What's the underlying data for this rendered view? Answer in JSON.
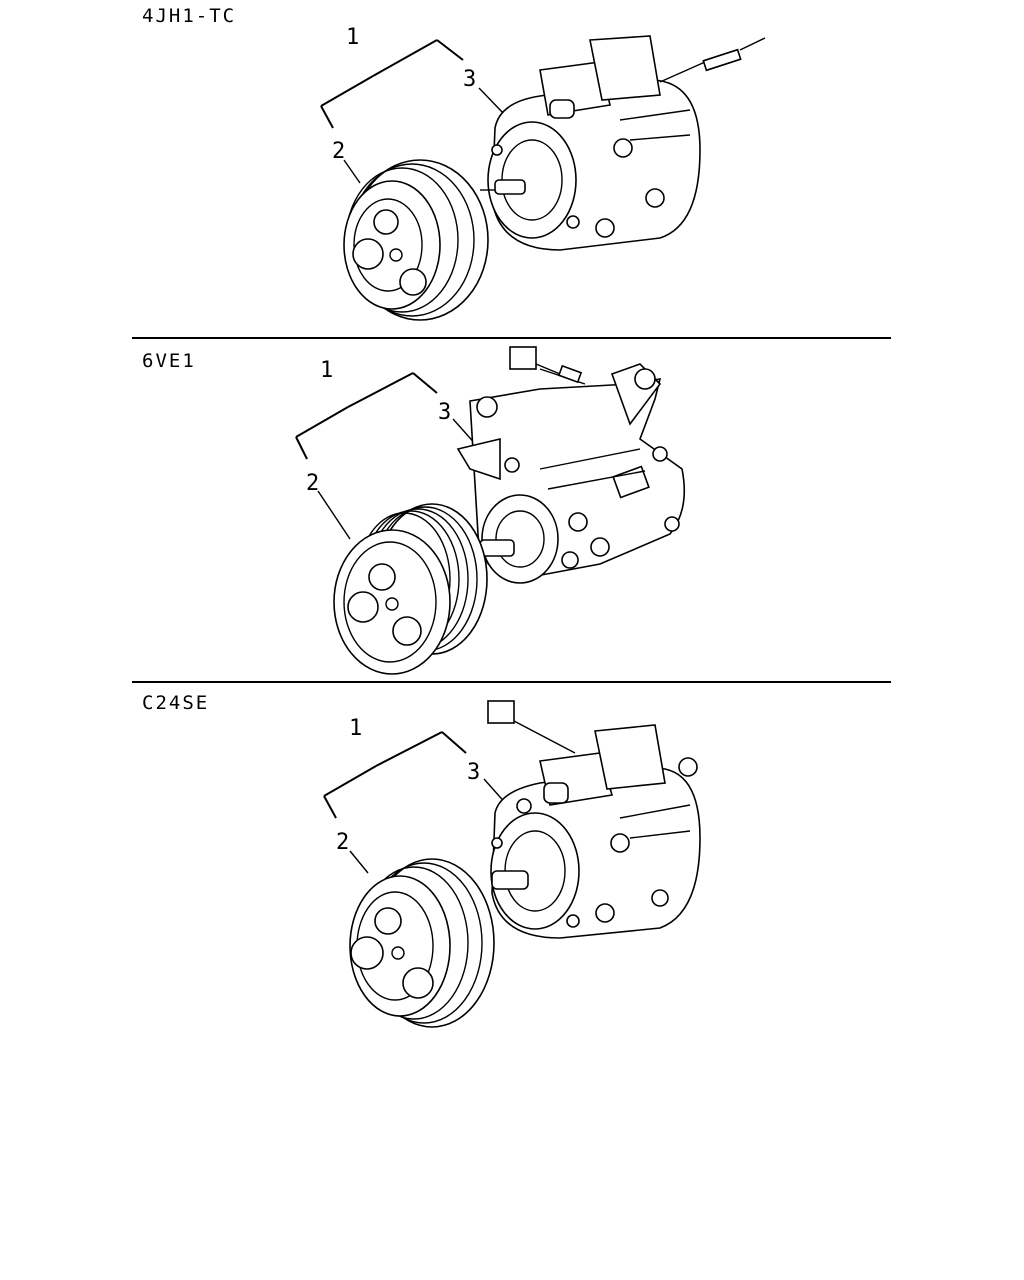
{
  "panels": [
    {
      "engine": "4JH1-TC",
      "callouts": [
        "1",
        "2",
        "3"
      ],
      "pulley_grooves": 2,
      "connector": "lead-wire"
    },
    {
      "engine": "6VE1",
      "callouts": [
        "1",
        "2",
        "3"
      ],
      "pulley_grooves": 6,
      "connector": "plug-with-bracket"
    },
    {
      "engine": "C24SE",
      "callouts": [
        "1",
        "2",
        "3"
      ],
      "pulley_grooves": 2,
      "connector": "plug"
    }
  ]
}
